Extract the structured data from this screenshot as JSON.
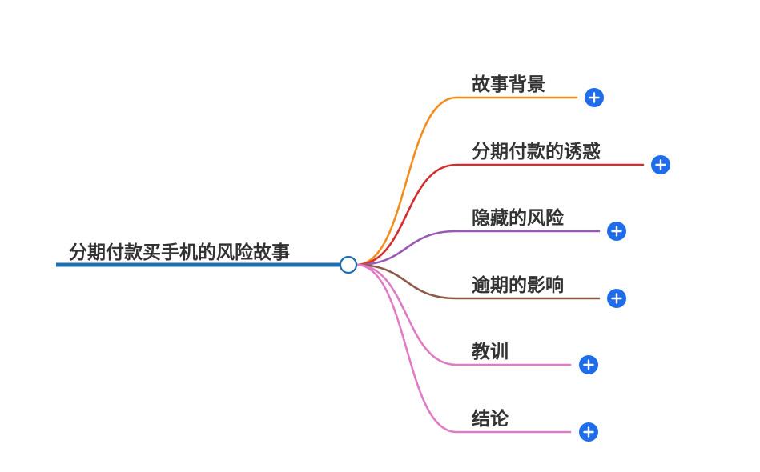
{
  "root": {
    "label": "分期付款买手机的风险故事",
    "color": "#1f6fae"
  },
  "branches": [
    {
      "label": "故事背景",
      "color": "#f28c1c"
    },
    {
      "label": "分期付款的诱惑",
      "color": "#d32f2f"
    },
    {
      "label": "隐藏的风险",
      "color": "#9b59b6"
    },
    {
      "label": "逾期的影响",
      "color": "#8d5a4a"
    },
    {
      "label": "教训",
      "color": "#e07bc4"
    },
    {
      "label": "结论",
      "color": "#e07bc4"
    }
  ],
  "expand_button": {
    "icon": "plus-icon",
    "color": "#1f6de8"
  }
}
